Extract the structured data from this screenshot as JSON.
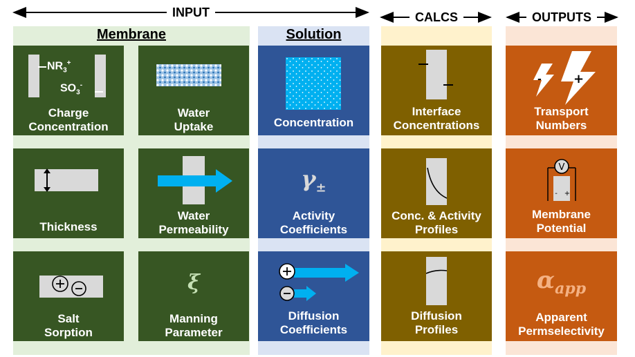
{
  "headers": {
    "input": "INPUT",
    "calcs": "CALCS",
    "outputs": "OUTPUTS"
  },
  "subheaders": {
    "membrane": "Membrane",
    "solution": "Solution"
  },
  "membrane": {
    "charge": {
      "line1": "Charge",
      "line2": "Concentration",
      "nr3": "NR",
      "nr3_sub": "3",
      "nr3_sup": "+",
      "so3": "SO",
      "so3_sub": "3",
      "so3_sup": "-"
    },
    "water_uptake": {
      "line1": "Water",
      "line2": "Uptake"
    },
    "thickness": {
      "line1": "Thickness"
    },
    "water_perm": {
      "line1": "Water",
      "line2": "Permeability"
    },
    "salt_sorption": {
      "line1": "Salt",
      "line2": "Sorption",
      "plus": "+",
      "minus": "-"
    },
    "manning": {
      "line1": "Manning",
      "line2": "Parameter",
      "symbol": "ξ"
    }
  },
  "solution": {
    "concentration": {
      "line1": "Concentration"
    },
    "activity": {
      "line1": "Activity",
      "line2": "Coefficients",
      "symbol": "γ",
      "symbol_sub": "±"
    },
    "diffusion": {
      "line1": "Diffusion",
      "line2": "Coefficients",
      "plus": "+",
      "minus": "-"
    }
  },
  "calcs": {
    "interface": {
      "line1": "Interface",
      "line2": "Concentrations"
    },
    "profiles": {
      "line1": "Conc. & Activity",
      "line2": "Profiles"
    },
    "diffusion_profiles": {
      "line1": "Diffusion",
      "line2": "Profiles"
    }
  },
  "outputs": {
    "transport": {
      "line1": "Transport",
      "line2": "Numbers",
      "minus": "-",
      "plus": "+"
    },
    "potential": {
      "line1": "Membrane",
      "line2": "Potential",
      "v": "V",
      "minus": "-",
      "plus": "+"
    },
    "permselectivity": {
      "line1": "Apparent",
      "line2": "Permselectivity",
      "symbol": "α",
      "symbol_sub": "app"
    }
  },
  "colors": {
    "input_bg": "#e2efda",
    "solution_bg": "#dae3f3",
    "calcs_bg": "#fff2cc",
    "outputs_bg": "#fbe5d6",
    "membrane_box": "#375623",
    "solution_box": "#2f5597",
    "calcs_box": "#7f6000",
    "outputs_box": "#c55a11",
    "arrow_blue": "#00b0f0"
  }
}
